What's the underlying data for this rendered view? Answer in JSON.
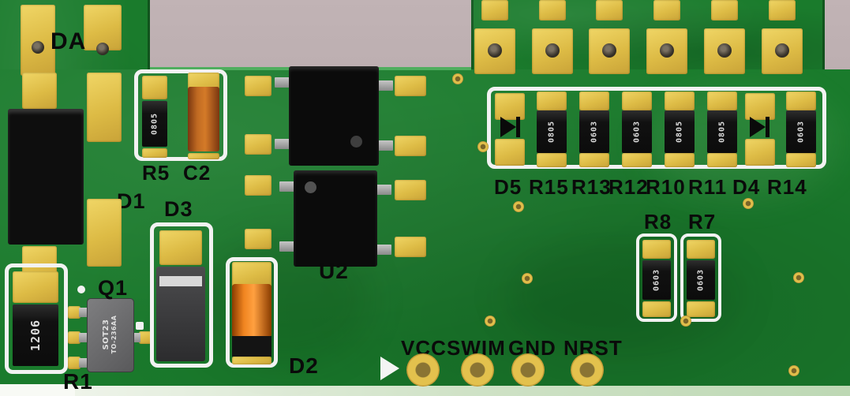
{
  "scene": {
    "background": "#b2a4a6",
    "board_green": "#1a7b2c",
    "pad_gold": "#e3c14d",
    "silkscreen_white": "#f2f2f2",
    "label_black": "#0a0a0a",
    "capacitor_orange": "#c06a22",
    "diode_body_orange": "#e8821e",
    "transistor_gray": "#737375",
    "ic_black": "#0b0b0b"
  },
  "labels": {
    "DA": "DA",
    "R5": "R5",
    "C2": "C2",
    "D1": "D1",
    "D3": "D3",
    "Q1": "Q1",
    "R1": "R1",
    "U2": "U2",
    "D2": "D2",
    "VCC": "VCC",
    "SWIM": "SWIM",
    "GND": "GND",
    "NRST": "NRST",
    "D5": "D5",
    "R15": "R15",
    "R13": "R13",
    "R12": "R12",
    "R10": "R10",
    "R11": "R11",
    "D4": "D4",
    "R14": "R14",
    "R8": "R8",
    "R7": "R7"
  },
  "markings": {
    "R1": "1206",
    "R5": "0805",
    "Q1_package": "SOT23",
    "Q1_standard": "TO-236AA",
    "R15": "0805",
    "R13": "0603",
    "R12": "0603",
    "R10": "0805",
    "R11": "0805",
    "R14": "0603",
    "R8": "0603",
    "R7": "0603"
  }
}
